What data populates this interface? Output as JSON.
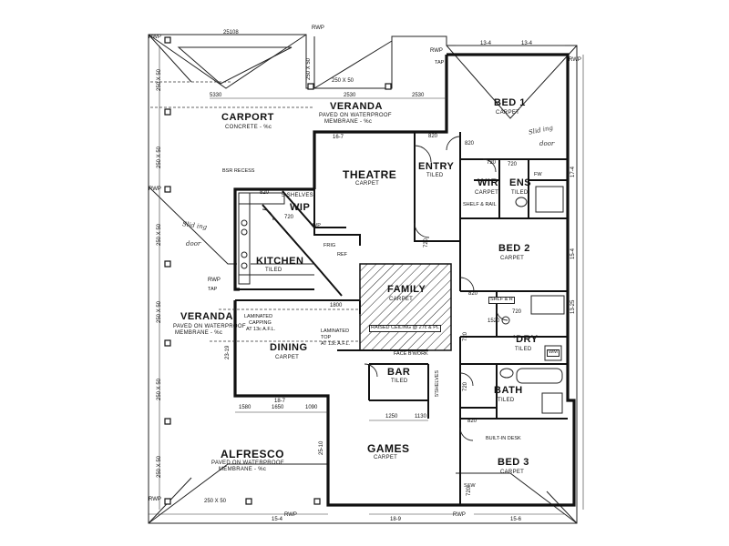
{
  "rooms": {
    "carport": {
      "name": "CARPORT",
      "finish": "CONCRETE - %c"
    },
    "veranda_top": {
      "name": "VERANDA",
      "finish": "PAVED ON WATERPROOF",
      "finish2": "MEMBRANE - %c"
    },
    "theatre": {
      "name": "THEATRE",
      "finish": "CARPET"
    },
    "entry": {
      "name": "ENTRY",
      "finish": "TILED"
    },
    "bed1": {
      "name": "BED 1",
      "finish": "CARPET"
    },
    "wir": {
      "name": "WIR",
      "finish": "CARPET"
    },
    "ens": {
      "name": "ENS",
      "finish": "TILED"
    },
    "kitchen": {
      "name": "KITCHEN",
      "finish": "TILED"
    },
    "wip": {
      "name": "WIP",
      "shelves": "5 SHELVES"
    },
    "family": {
      "name": "FAMILY",
      "finish": "CARPET"
    },
    "bed2": {
      "name": "BED 2",
      "finish": "CARPET"
    },
    "veranda_left": {
      "name": "VERANDA",
      "finish": "PAVED ON WATERPROOF",
      "finish2": "MEMBRANE - %c"
    },
    "dining": {
      "name": "DINING",
      "finish": "CARPET"
    },
    "bar": {
      "name": "BAR",
      "finish": "TILED"
    },
    "dry": {
      "name": "'DRY",
      "finish": "TILED"
    },
    "bath": {
      "name": "BATH",
      "finish": "TILED"
    },
    "alfresco": {
      "name": "ALFRESCO",
      "finish": "PAVED ON WATERPROOF",
      "finish2": "MEMBRANE - %c"
    },
    "games": {
      "name": "GAMES",
      "finish": "CARPET"
    },
    "bed3": {
      "name": "BED 3",
      "finish": "CARPET"
    }
  },
  "notes": {
    "laminated_capping": "LAMINATED",
    "capping2": "CAPPING",
    "capping3": "AT 13c A.F.L.",
    "laminated_top": "LAMINATED",
    "top2": "TOP",
    "top3": "AT 13c A.F.L.",
    "raised_ceiling": "RAISED CEILING @ 27c & PL",
    "face_brickwork": "FACE B'WORK",
    "built_in_desk": "BUILT-IN DESK",
    "shelf_rail": "SHELF & RAIL",
    "shlf": "SHLF & R",
    "shelves_bar": "5'SHELVES",
    "bsr_recess": "BSR RECESS",
    "ref": "REF",
    "frig": "FRIG",
    "wp": "WP",
    "sw": "S&W",
    "tap_top": "TAP",
    "tap_left": "TAP",
    "fw": "FW",
    "wm": "WM"
  },
  "handwritten": {
    "slide_door_left": "Slid ing",
    "slide_door_left2": "door",
    "slide_door_right": "Slid ing",
    "slide_door_right2": "door"
  },
  "dimensions": {
    "top_left": "25108",
    "top_right1": "13-4",
    "top_right2": "13-4",
    "rwp_tl": "RWP",
    "rwp_tm": "RWP",
    "rwp_tr": "RWP",
    "rwp_l1": "RWP",
    "rwp_l2": "RWP",
    "rwp_bl": "RWP",
    "rwp_bm": "RWP",
    "rwp_br": "RWP",
    "rwp_r": "RWP",
    "post_250_1": "250 X 50",
    "post_250_2": "250 X 50",
    "post_250_3": "250 X 50",
    "post_250_4": "250 X 50",
    "post_250_5": "250 X 50",
    "post_250_6": "250 X 50",
    "post_250_7": "250 X 50",
    "post_250_8": "250 X 50",
    "post_250_9": "250 X 50",
    "d5330": "5330",
    "d2530a": "2530",
    "d2530b": "2530",
    "d1580": "1580",
    "d1650": "1650",
    "d1090": "1090",
    "d1250": "1250",
    "d1130": "1130",
    "d820a": "820",
    "d820b": "820",
    "d820c": "820",
    "d820d": "820",
    "d820e": "820",
    "d720a": "720",
    "d720b": "720",
    "d720c": "720",
    "d720d": "720",
    "d720e": "720",
    "d720f": "720",
    "d720g": "720",
    "d720h": "720",
    "d1520": "1520",
    "d1800": "1800",
    "d18_7": "18-7",
    "d15_4a": "15-4",
    "d15_4b": "15-4",
    "d15_6": "15-6",
    "d18_9": "18-9",
    "d17_4": "17-4",
    "d13_25": "13-25",
    "d23_19": "23-19",
    "d25_10": "25-10",
    "d16_7": "16-7"
  }
}
